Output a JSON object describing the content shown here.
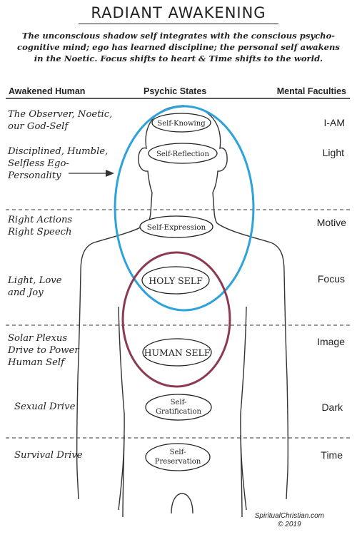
{
  "title": "RADIANT AWAKENING",
  "intro": "The unconscious shadow self  integrates with the conscious  psycho-cognitive mind; ego has learned discipline; the personal self  awakens in the Noetic. Focus shifts to heart & Time shifts to the world.",
  "headers": {
    "left": "Awakened Human",
    "center": "Psychic States",
    "right": "Mental Faculties"
  },
  "awakened_human": [
    "The Observer, Noetic, our God-Self",
    "Disciplined, Humble, Selfless Ego-Personality",
    "Right Actions Right Speech",
    "Light, Love and Joy",
    "Solar Plexus Drive to Power Human Self",
    "Sexual Drive",
    "Survival Drive"
  ],
  "psychic_states": {
    "self_knowing": "Self-Knowing",
    "self_reflection": "Self-Reflection",
    "self_expression": "Self-Expression",
    "holy_self": "HOLY SELF",
    "human_self": "HUMAN SELF",
    "self_gratification_1": "Self-",
    "self_gratification_2": "Gratification",
    "self_preservation_1": "Self-",
    "self_preservation_2": "Preservation"
  },
  "mental_faculties": [
    "I-AM",
    "Light",
    "Motive",
    "Focus",
    "Image",
    "Dark",
    "Time"
  ],
  "credit": {
    "site": "SpiritualChristian.com",
    "copyright": "© 2019"
  },
  "colors": {
    "blue_oval": "#2ea2dc",
    "maroon_oval": "#8c3a52",
    "ink": "#222222"
  }
}
